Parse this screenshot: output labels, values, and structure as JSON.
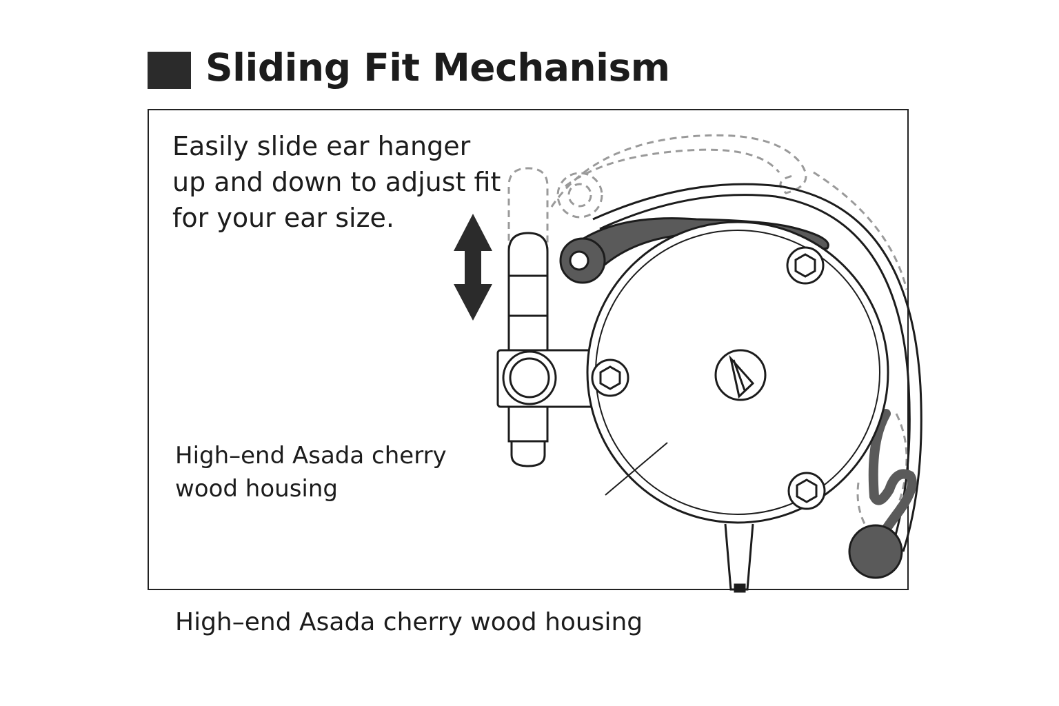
{
  "header": {
    "title": "Sliding Fit Mechanism"
  },
  "panel": {
    "description": "Easily slide ear hanger up and down to adjust fit for your ear size.",
    "housing_label": "High–end Asada cherry wood housing"
  },
  "caption": "High–end Asada cherry wood housing",
  "colors": {
    "ink": "#1c1c1c",
    "dark_fill": "#5a5a5a",
    "dashed": "#9a9a9a",
    "background": "#ffffff"
  },
  "icons": {
    "title_marker": "square-marker-icon",
    "arrow": "up-down-arrow-icon",
    "logo": "triangle-logo-icon"
  }
}
